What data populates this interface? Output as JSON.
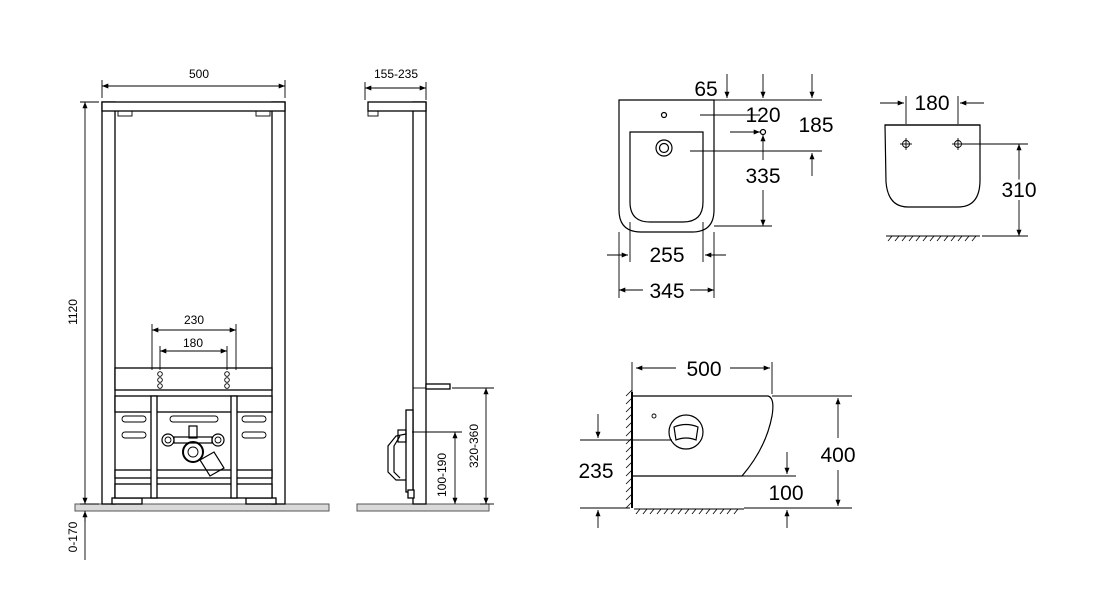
{
  "front_view": {
    "width": "500",
    "height": "1120",
    "floor_gap": "0-170",
    "mount_outer": "230",
    "mount_inner": "180"
  },
  "side_view": {
    "depth": "155-235",
    "inlet_height": "320-360",
    "outlet_height": "100-190"
  },
  "top_view": {
    "tap_offset": "65",
    "tap_to_drain": "120",
    "back_to_drain": "185",
    "drain_to_front": "335",
    "inner_width": "255",
    "outer_width": "345"
  },
  "back_view": {
    "bolt_spacing": "180",
    "height": "310"
  },
  "bidet_side_view": {
    "length": "500",
    "height": "400",
    "bolt_height": "235",
    "drain_height": "100"
  },
  "colors": {
    "line": "#000000",
    "floor": "#d9d9d9"
  }
}
